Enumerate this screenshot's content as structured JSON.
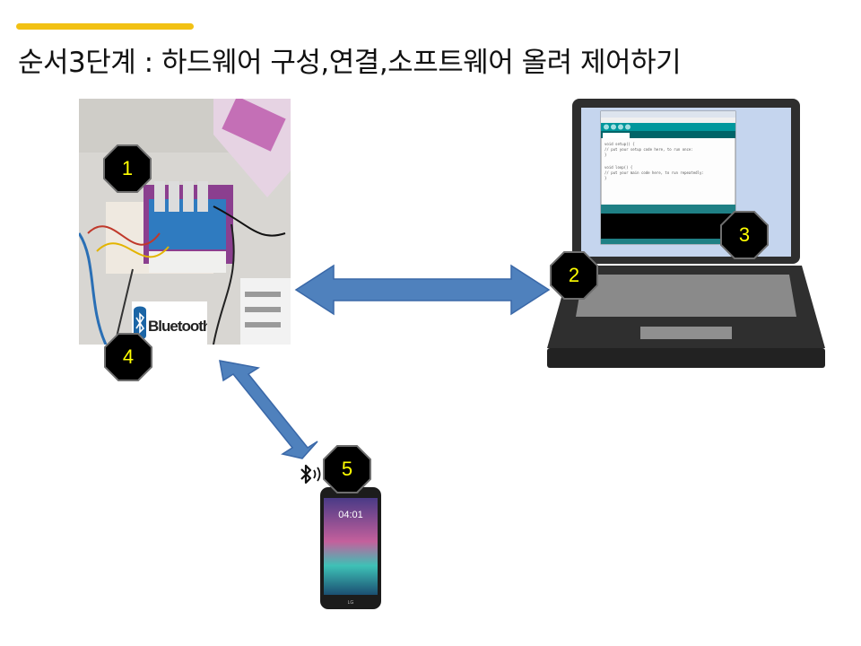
{
  "title": "순서3단계 : 하드웨어 구성,연결,소프트웨어 올려 제어하기",
  "accent_color": "#f2c114",
  "arrow_color": "#4f81bd",
  "badges": {
    "b1": "1",
    "b2": "2",
    "b3": "3",
    "b4": "4",
    "b5": "5"
  },
  "badge_fill": "#000000",
  "badge_text_color": "#ffff00",
  "bluetooth_logo_text": "Bluetooth",
  "phone": {
    "time": "04:01",
    "brand": "LG"
  },
  "ide_code": {
    "line1": "void setup() {",
    "line2": "  // put your setup code here, to run once:",
    "line3": "}",
    "line4": "void loop() {",
    "line5": "  // put your main code here, to run repeatedly:",
    "line6": "}"
  }
}
